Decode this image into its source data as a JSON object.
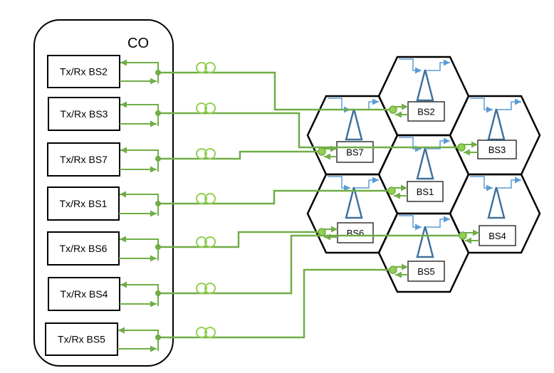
{
  "diagram": {
    "central_office": {
      "label": "CO"
    },
    "transceivers": [
      {
        "id": "BS2",
        "label": "Tx/Rx BS2"
      },
      {
        "id": "BS3",
        "label": "Tx/Rx BS3"
      },
      {
        "id": "BS7",
        "label": "Tx/Rx BS7"
      },
      {
        "id": "BS1",
        "label": "Tx/Rx BS1"
      },
      {
        "id": "BS6",
        "label": "Tx/Rx BS6"
      },
      {
        "id": "BS4",
        "label": "Tx/Rx BS4"
      },
      {
        "id": "BS5",
        "label": "Tx/Rx BS5"
      }
    ],
    "base_stations": [
      {
        "id": "BS2",
        "label": "BS2"
      },
      {
        "id": "BS7",
        "label": "BS7"
      },
      {
        "id": "BS3",
        "label": "BS3"
      },
      {
        "id": "BS1",
        "label": "BS1"
      },
      {
        "id": "BS6",
        "label": "BS6"
      },
      {
        "id": "BS4",
        "label": "BS4"
      },
      {
        "id": "BS5",
        "label": "BS5"
      }
    ],
    "links": [
      {
        "from": "Tx/Rx BS2",
        "to": "BS2"
      },
      {
        "from": "Tx/Rx BS3",
        "to": "BS3"
      },
      {
        "from": "Tx/Rx BS7",
        "to": "BS7"
      },
      {
        "from": "Tx/Rx BS1",
        "to": "BS1"
      },
      {
        "from": "Tx/Rx BS6",
        "to": "BS6"
      },
      {
        "from": "Tx/Rx BS4",
        "to": "BS4"
      },
      {
        "from": "Tx/Rx BS5",
        "to": "BS5"
      }
    ],
    "icons": {
      "fiber_spool": "fiber-coil-icon",
      "antenna": "antenna-triangle-icon",
      "signal": "signal-arrow-icon"
    },
    "colors": {
      "fiber": "#70ad47",
      "fiber_coil": "#92d050",
      "signal_arrow": "#5b9bd5",
      "antenna": "#41719c",
      "outline": "#000000"
    }
  }
}
